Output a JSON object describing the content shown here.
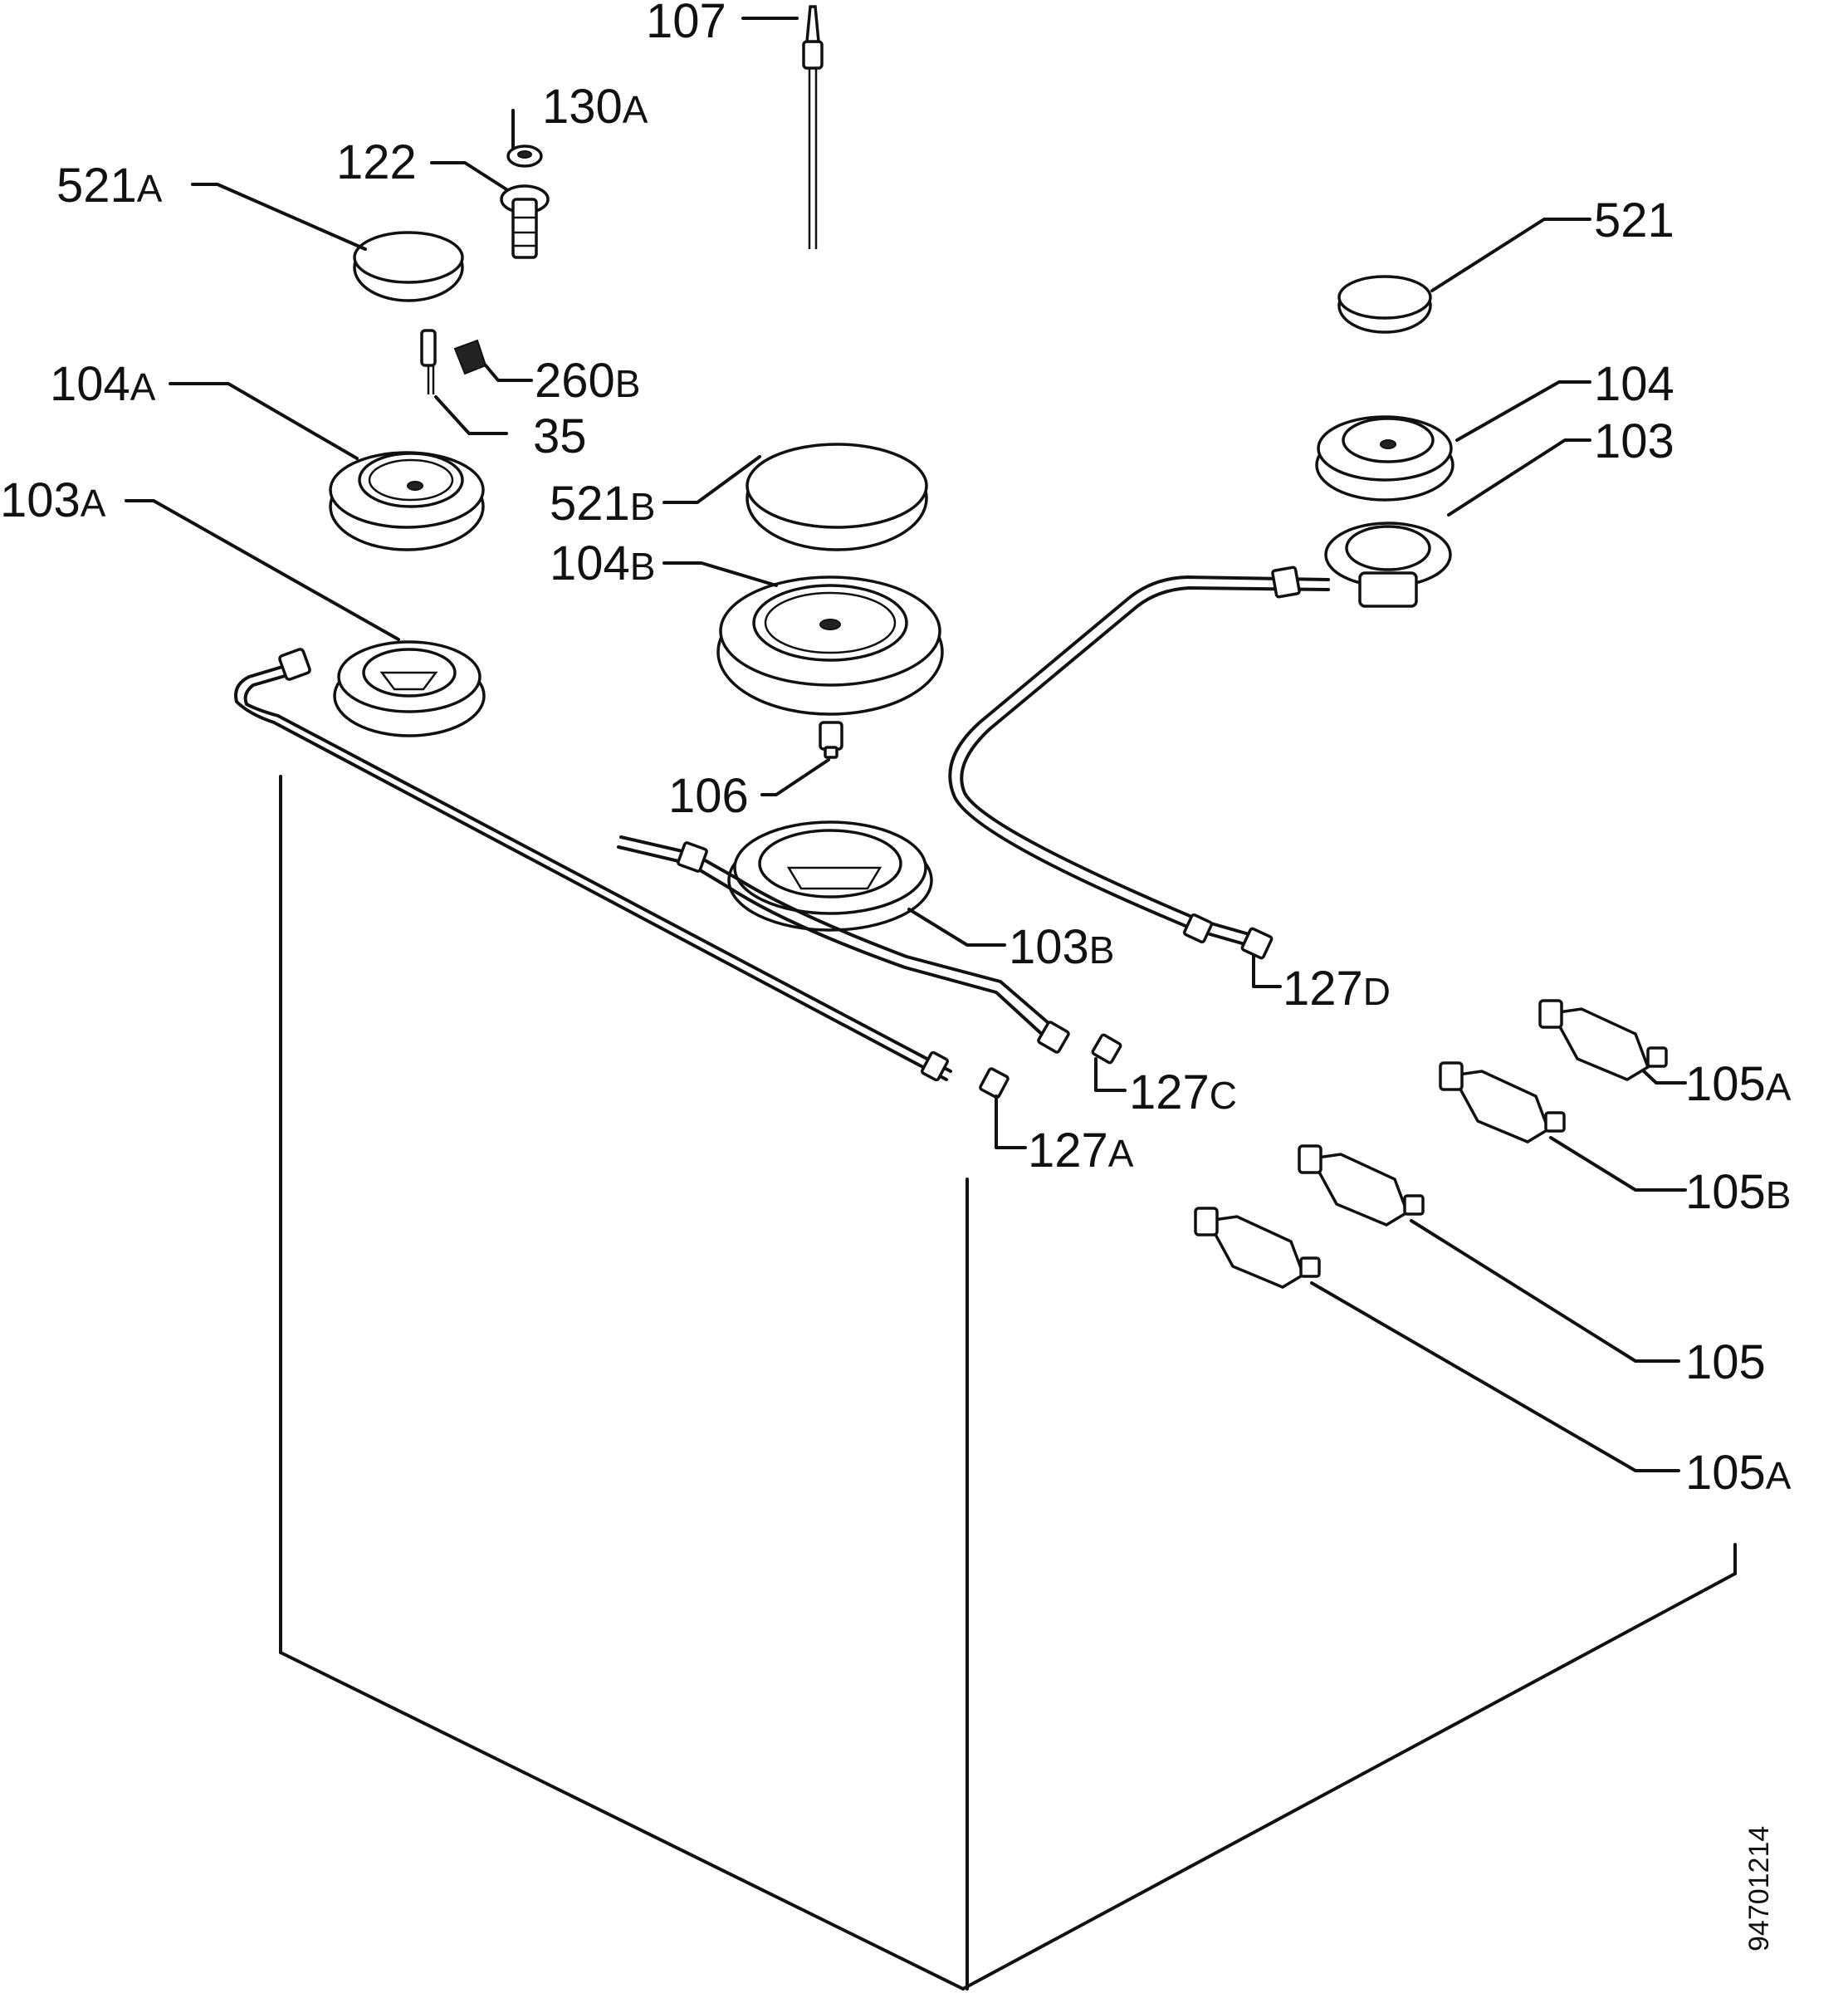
{
  "labels": {
    "l107": {
      "num": "107",
      "suf": ""
    },
    "l130a": {
      "num": "130",
      "suf": "A"
    },
    "l122": {
      "num": "122",
      "suf": ""
    },
    "l521a": {
      "num": "521",
      "suf": "A"
    },
    "l521": {
      "num": "521",
      "suf": ""
    },
    "l260b": {
      "num": "260",
      "suf": "B"
    },
    "l104a": {
      "num": "104",
      "suf": "A"
    },
    "l35": {
      "num": "35",
      "suf": ""
    },
    "l104": {
      "num": "104",
      "suf": ""
    },
    "l103": {
      "num": "103",
      "suf": ""
    },
    "l103a": {
      "num": "103",
      "suf": "A"
    },
    "l521b": {
      "num": "521",
      "suf": "B"
    },
    "l104b": {
      "num": "104",
      "suf": "B"
    },
    "l106": {
      "num": "106",
      "suf": ""
    },
    "l103b": {
      "num": "103",
      "suf": "B"
    },
    "l127d": {
      "num": "127",
      "suf": "D"
    },
    "l105a_top": {
      "num": "105",
      "suf": "A"
    },
    "l127c": {
      "num": "127",
      "suf": "C"
    },
    "l105b": {
      "num": "105",
      "suf": "B"
    },
    "l127a": {
      "num": "127",
      "suf": "A"
    },
    "l105": {
      "num": "105",
      "suf": ""
    },
    "l105a_bot": {
      "num": "105",
      "suf": "A"
    }
  },
  "reference_number": "94701214"
}
